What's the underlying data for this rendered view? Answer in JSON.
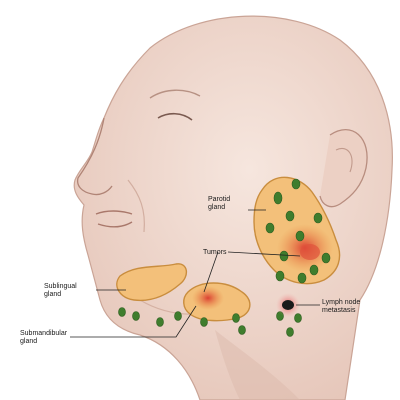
{
  "labels": {
    "parotid": [
      "Parotid",
      "gland"
    ],
    "tumors": "Tumors",
    "sublingual": [
      "Sublingual",
      "gland"
    ],
    "submandibular": [
      "Submandibular",
      "gland"
    ],
    "lymph": [
      "Lymph node",
      "metastasis"
    ]
  },
  "colors": {
    "skin": "#f2ddd4",
    "skin_shadow": "#d9b7aa",
    "gland": "#f3c07a",
    "gland_edge": "#c98d3e",
    "tumor": "#e0533c",
    "node": "#3f7d2d",
    "metastasis": "#1a1a1a",
    "leader": "#222222"
  }
}
